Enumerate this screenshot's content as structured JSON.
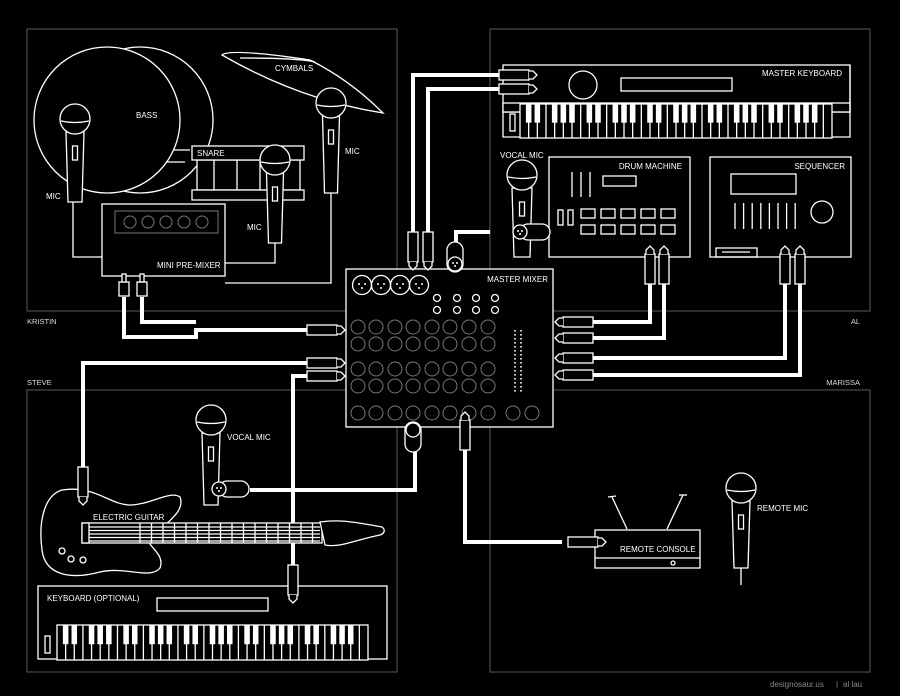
{
  "zones": {
    "kristin": "KRISTIN",
    "al": "AL",
    "steve": "STEVE",
    "marissa": "MARISSA"
  },
  "kristin": {
    "bass": "BASS",
    "cymbals": "CYMBALS",
    "snare": "SNARE",
    "mic1": "MIC",
    "mic2": "MIC",
    "mic3": "MIC",
    "premixer": "MINI PRE-MIXER"
  },
  "al": {
    "master_keyboard": "MASTER KEYBOARD",
    "vocal_mic": "VOCAL MIC",
    "drum_machine": "DRUM MACHINE",
    "sequencer": "SEQUENCER"
  },
  "mixer": {
    "label": "MASTER MIXER"
  },
  "steve": {
    "guitar": "ELECTRIC GUITAR",
    "vocal_mic": "VOCAL MIC",
    "keyboard": "KEYBOARD (OPTIONAL)"
  },
  "marissa": {
    "remote_console": "REMOTE CONSOLE",
    "remote_mic": "REMOTE MIC"
  },
  "credit": {
    "site": "designosaur.us",
    "separator": "|",
    "author": "al lau"
  },
  "colors": {
    "background": "#000000",
    "lines": "#ffffff",
    "zone_border": "#5a5a5a"
  }
}
